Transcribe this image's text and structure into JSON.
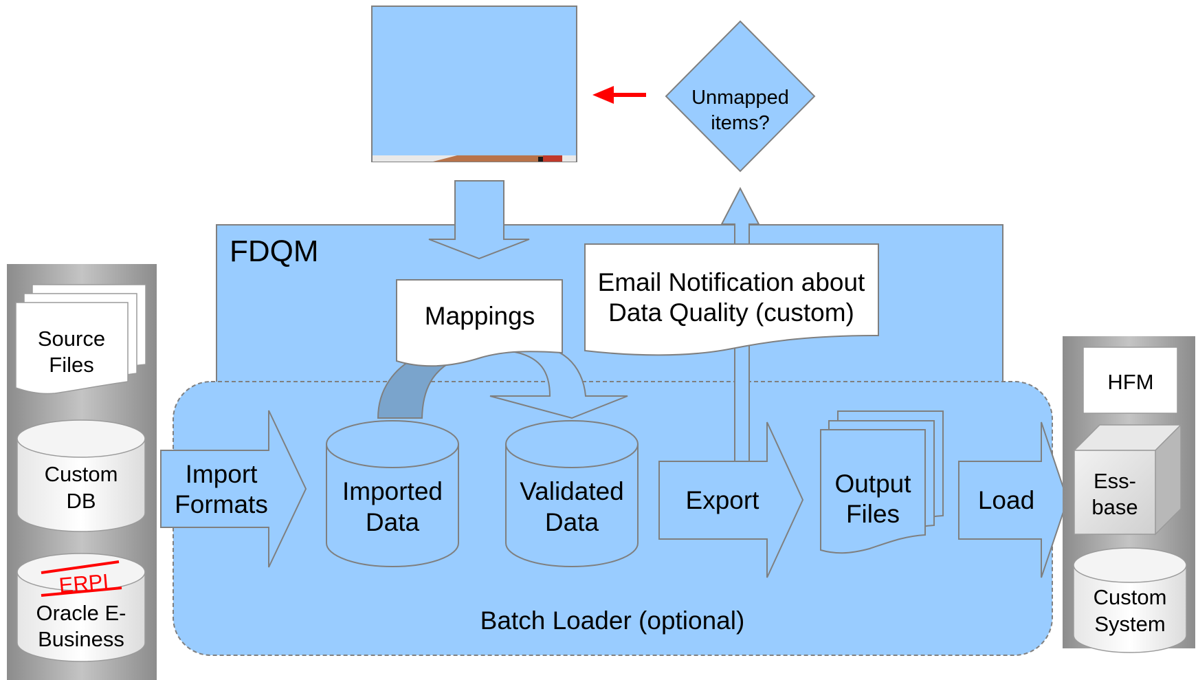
{
  "labels": {
    "unmapped": [
      "Unmapped",
      "items?"
    ],
    "fdqm": "FDQM",
    "email": [
      "Email Notification about",
      "Data Quality (custom)"
    ],
    "mappings": "Mappings",
    "source_files": [
      "Source",
      "Files"
    ],
    "custom_db": [
      "Custom",
      "DB"
    ],
    "erpi": "ERPI",
    "oracle": [
      "Oracle E-",
      "Business"
    ],
    "import_formats": [
      "Import",
      "Formats"
    ],
    "imported_data": [
      "Imported",
      "Data"
    ],
    "validated_data": [
      "Validated",
      "Data"
    ],
    "export": "Export",
    "output_files": [
      "Output",
      "Files"
    ],
    "load": "Load",
    "hfm": "HFM",
    "essbase": [
      "Ess-",
      "base"
    ],
    "custom_system": [
      "Custom",
      "System"
    ],
    "batch_loader": "Batch Loader (optional)"
  },
  "colors": {
    "light_blue": "#99ccff",
    "stroke": "#7f7f7f",
    "dark_blue": "#7aa4cc",
    "red": "#ff0000",
    "panel_gray": "#a6a6a6"
  }
}
